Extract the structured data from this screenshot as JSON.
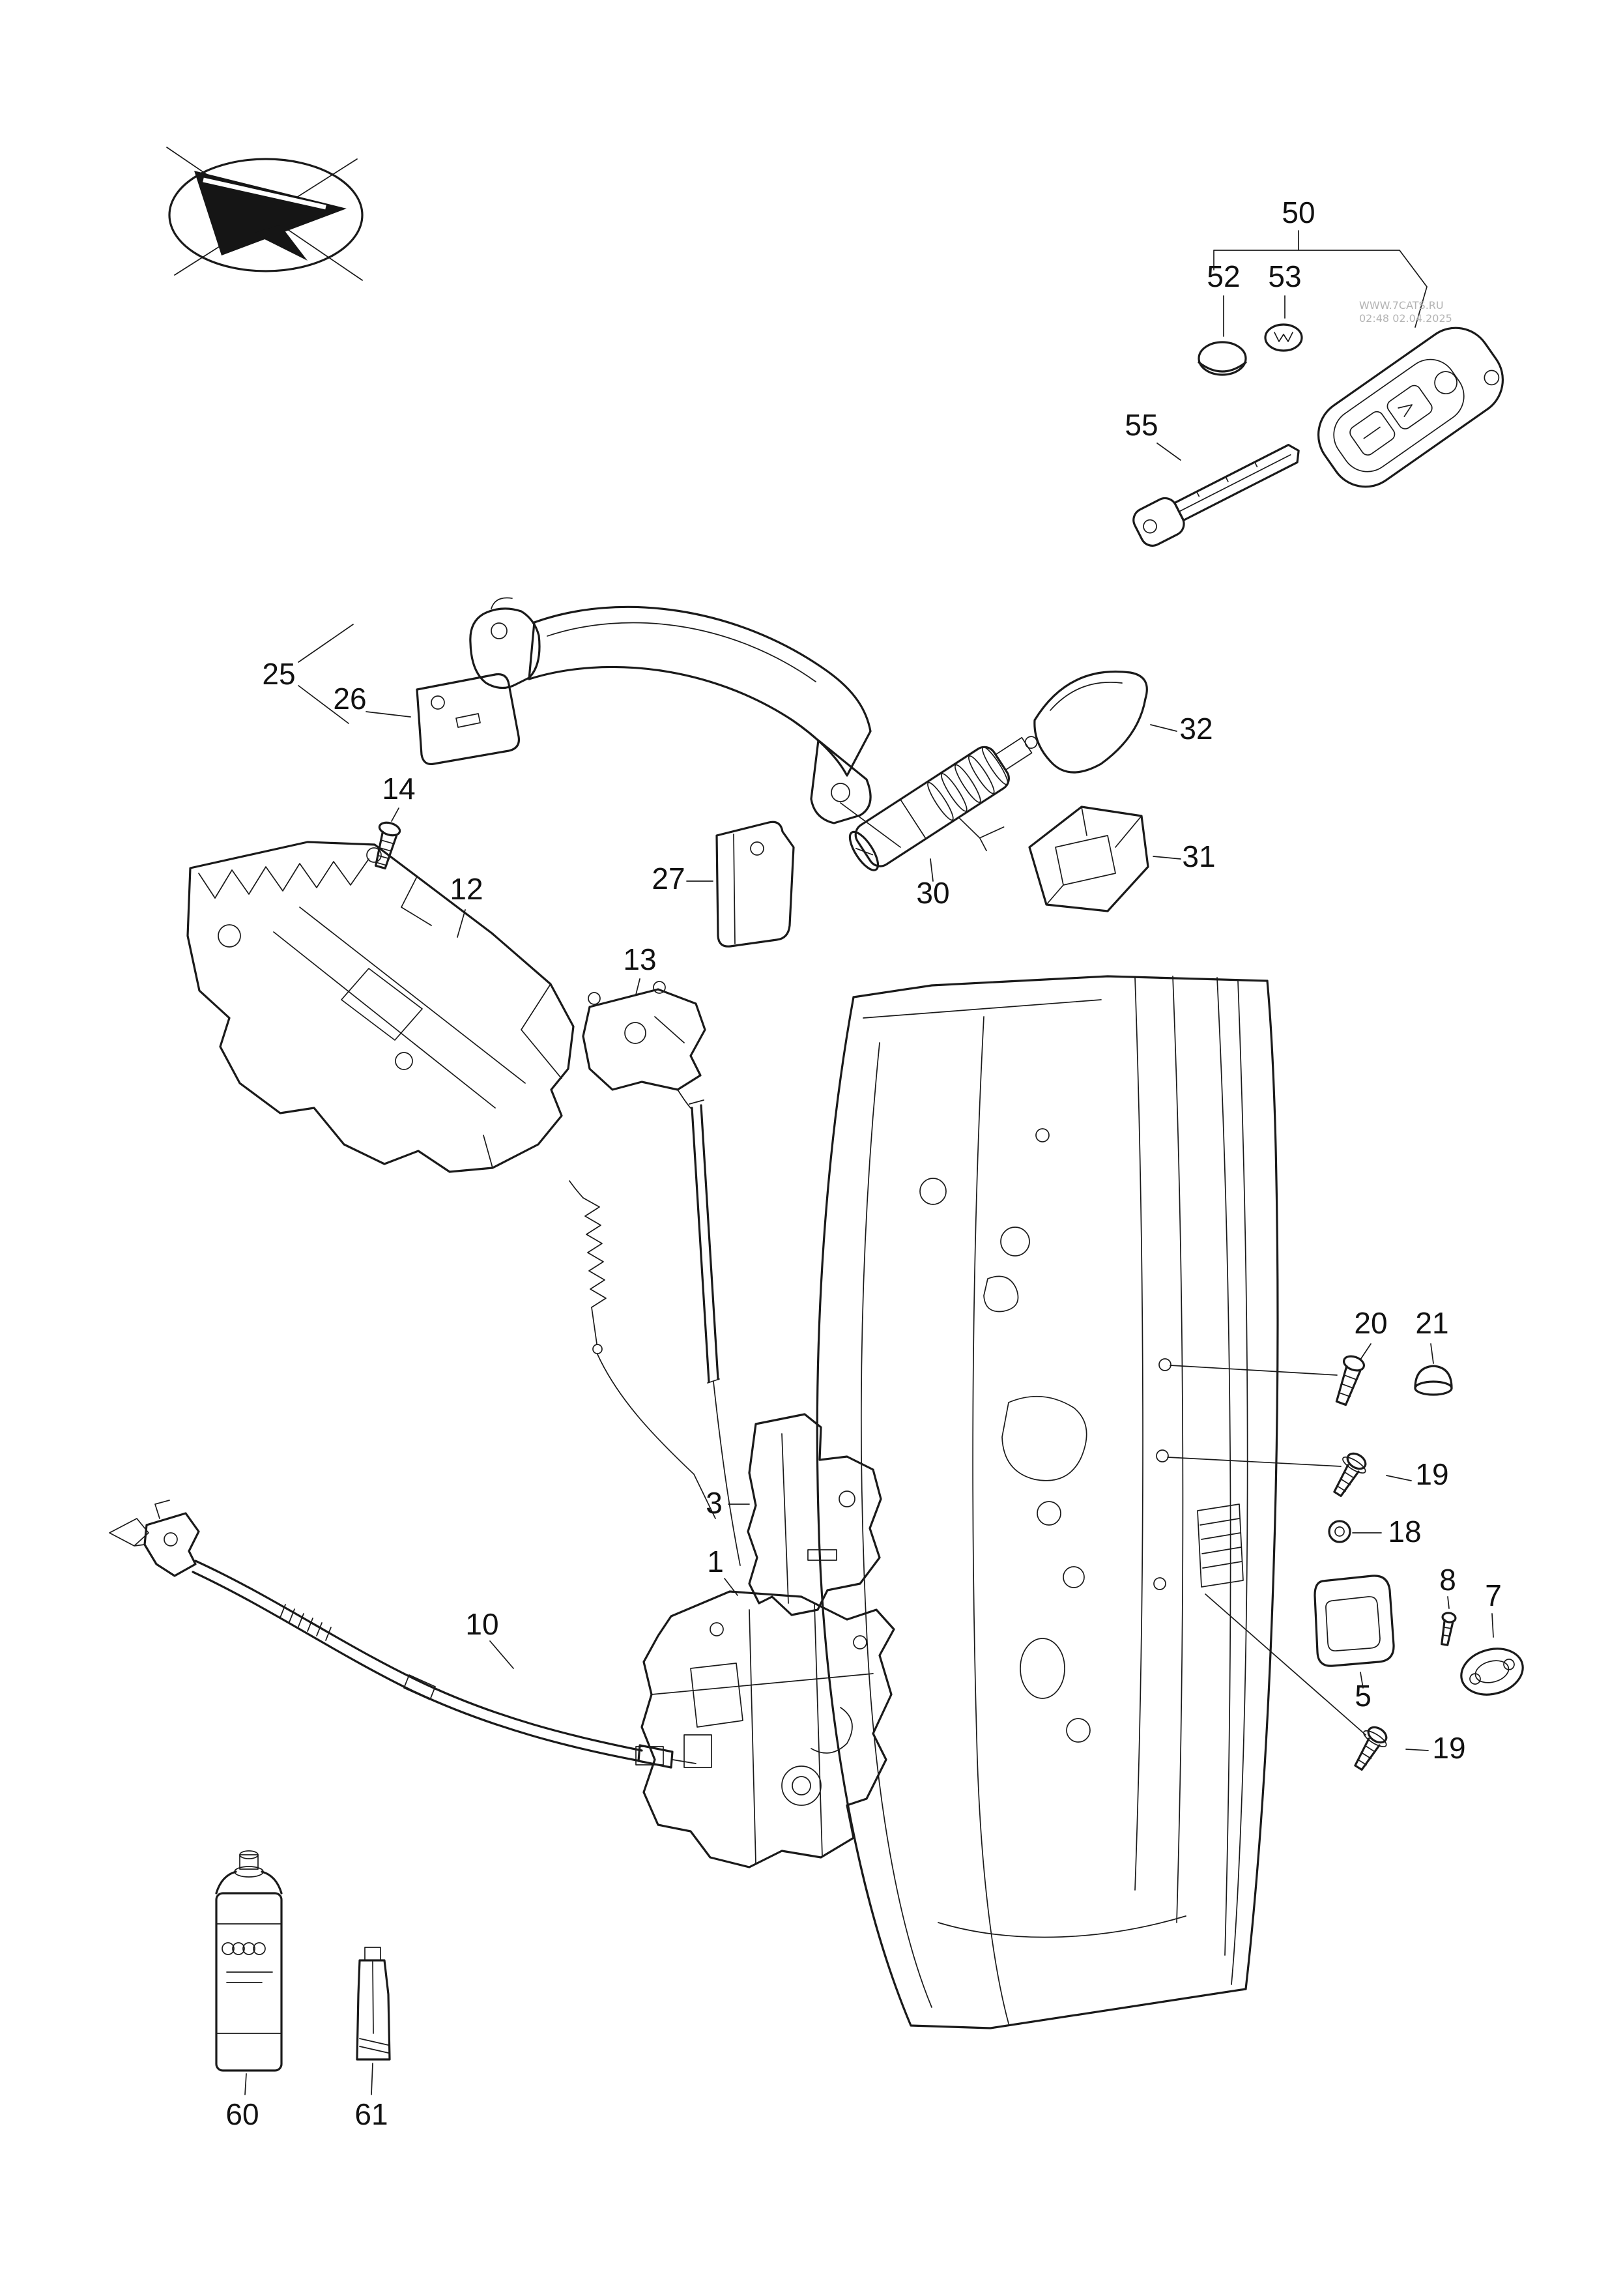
{
  "diagram": {
    "watermark": {
      "line1": "WWW.7CATS.RU",
      "line2": "02:48 02.04.2025"
    },
    "callouts": {
      "c50": "50",
      "c52": "52",
      "c53": "53",
      "c55": "55",
      "c25": "25",
      "c26": "26",
      "c14": "14",
      "c12": "12",
      "c13": "13",
      "c27": "27",
      "c30": "30",
      "c31": "31",
      "c32": "32",
      "c3": "3",
      "c1": "1",
      "c10": "10",
      "c20": "20",
      "c21": "21",
      "c19a": "19",
      "c18": "18",
      "c8": "8",
      "c7": "7",
      "c5": "5",
      "c19b": "19",
      "c60": "60",
      "c61": "61"
    },
    "colors": {
      "line": "#1a1a1a",
      "watermark": "#b4b4b4",
      "background": "#ffffff"
    }
  }
}
